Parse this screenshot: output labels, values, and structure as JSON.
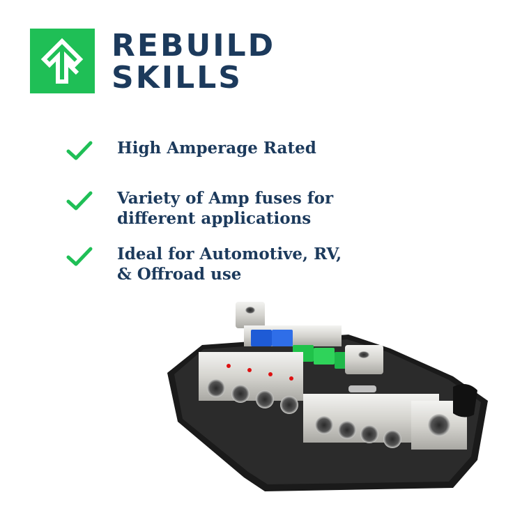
{
  "brand": {
    "line1": "REBUILD",
    "line2": "SKILLS",
    "logo_icon": "arrow-up-icon",
    "accent_color": "#1fbf56",
    "text_color": "#1c3a5c"
  },
  "features": [
    {
      "icon": "check-icon",
      "line1": "High Amperage Rated",
      "line2": ""
    },
    {
      "icon": "check-icon",
      "line1": "Variety of Amp fuses for",
      "line2": "different applications"
    },
    {
      "icon": "check-icon",
      "line1": "Ideal for Automotive, RV,",
      "line2": "& Offroad use"
    }
  ]
}
